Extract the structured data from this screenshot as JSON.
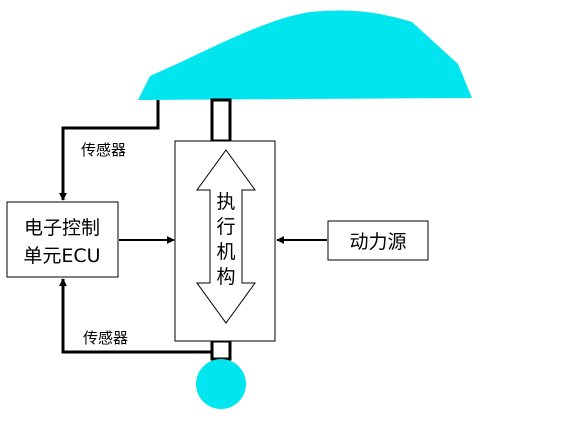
{
  "ecu": {
    "line1": "电子控制",
    "line2": "单元ECU"
  },
  "power_source": {
    "label": "动力源"
  },
  "actuator": {
    "chars": [
      "执",
      "行",
      "机",
      "构"
    ]
  },
  "sensors": {
    "top_label": "传感器",
    "bottom_label": "传感器"
  },
  "colors": {
    "body_fill": "#00e5ee",
    "stroke": "#000000",
    "background": "#ffffff"
  }
}
